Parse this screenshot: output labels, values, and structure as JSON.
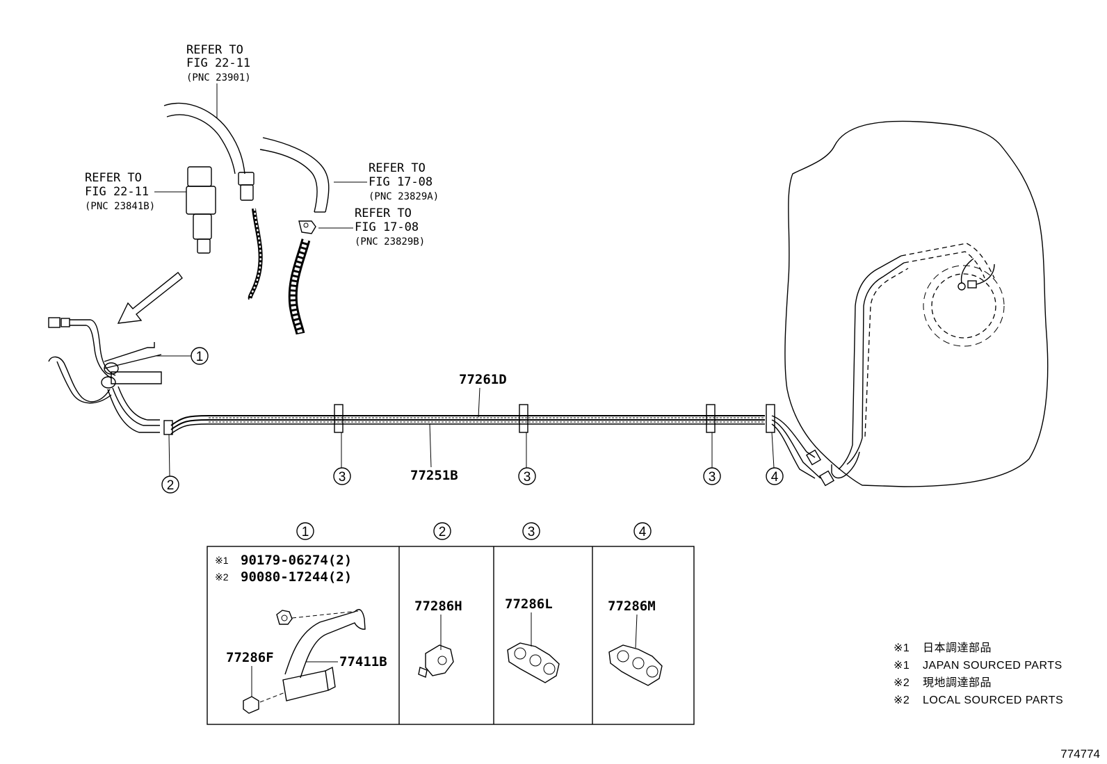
{
  "refs": {
    "ref1": {
      "line1": "REFER TO",
      "line2": "FIG 22-11",
      "pnc": "(PNC 23901)"
    },
    "ref2": {
      "line1": "REFER TO",
      "line2": "FIG 22-11",
      "pnc": "(PNC 23841B)"
    },
    "ref3": {
      "line1": "REFER TO",
      "line2": "FIG 17-08",
      "pnc": "(PNC 23829A)"
    },
    "ref4": {
      "line1": "REFER TO",
      "line2": "FIG 17-08",
      "pnc": "(PNC 23829B)"
    }
  },
  "parts": {
    "tube_upper": "77261D",
    "tube_lower": "77251B",
    "clamp_2": "77286H",
    "clamp_3": "77286L",
    "clamp_4": "77286M",
    "clamp_1a": "77286F",
    "bracket_1": "77411B"
  },
  "callouts": {
    "c1": "1",
    "c2": "2",
    "c3": "3",
    "c4": "4"
  },
  "detail": {
    "note1_mark": "※1",
    "note1_part": "90179-06274(2)",
    "note2_mark": "※2",
    "note2_part": "90080-17244(2)"
  },
  "legend": [
    {
      "mark": "※1",
      "text": "日本調達部品"
    },
    {
      "mark": "※1",
      "text": "JAPAN SOURCED PARTS"
    },
    {
      "mark": "※2",
      "text": "現地調達部品"
    },
    {
      "mark": "※2",
      "text": "LOCAL SOURCED PARTS"
    }
  ],
  "figure_id": "774774"
}
